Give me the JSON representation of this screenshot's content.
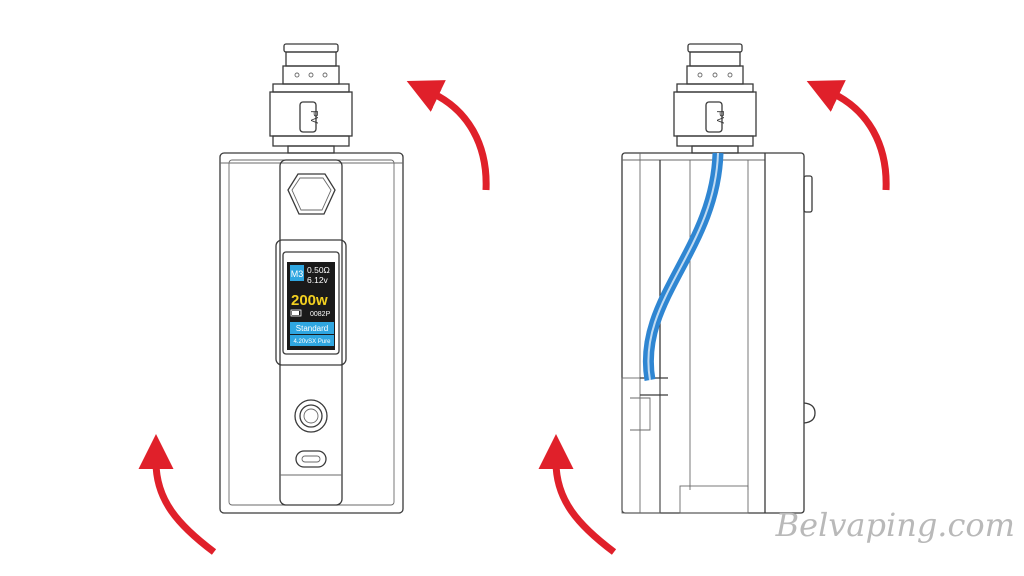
{
  "colors": {
    "arrow": "#e0202a",
    "tube": "#2f86d2",
    "screen_bg": "#1a1a1a",
    "screen_blue": "#2fa6e0",
    "watt": "#f2d020"
  },
  "front_view": {
    "atomizer_logo": "PV",
    "screen": {
      "mode": "M3",
      "resistance": "0.50Ω",
      "voltage": "6.12v",
      "wattage": "200w",
      "puffs": "0082P",
      "profile": "Standard",
      "info": "4.20vSX Pure"
    }
  },
  "side_view": {
    "atomizer_logo": "PV"
  },
  "watermark": "Belvaping.com"
}
